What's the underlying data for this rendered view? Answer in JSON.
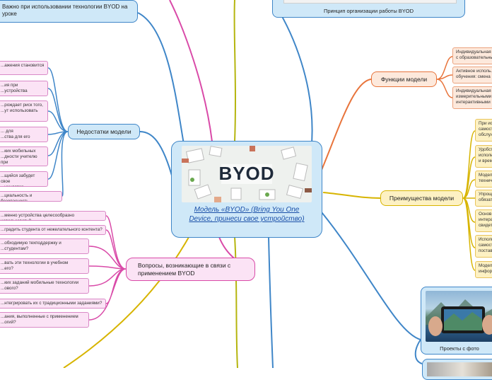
{
  "colors": {
    "center_bg": "#cfe8f8",
    "center_border": "#3f86c8",
    "title": "#1a4fa8",
    "blue": "#3f86c8",
    "pink": "#d94aa8",
    "orange": "#e8743b",
    "yellow": "#d7b400",
    "olive": "#b5b50e"
  },
  "center": {
    "image_text": "BYOD",
    "title": "Модель «BYOD» (Bring You One Device, принеси свое устройство)"
  },
  "top_left": {
    "text": "Важно при использовании технологии BYOD на уроке"
  },
  "top_right": {
    "caption": "Принцип организации работы BYOD"
  },
  "disadvantages": {
    "label": "Недостатки модели",
    "items": [
      "...ажения становится",
      "...ия при\n...устройства",
      "...рождает риск того,\n...ут использовать",
      "... для\n...ства для его",
      "...ких мобильных\n...дности учителю при",
      "...щийся забудет свое\n...умулятор",
      "...циальность и безопасность"
    ]
  },
  "questions": {
    "label": "Вопросы, возникающие в связи с применением BYOD",
    "items": [
      "...менно устройства целесообразно использовать?",
      "...градить студента от нежелательного контента?",
      "...обходимую техподдержку и\n...студентам?",
      "...вать эти технологии в учебном\n...его?",
      "...ких заданий мобильные технологии\n...ового?",
      "...нтегрировать их с традиционными заданиями?",
      "...ания, выполненные с применением\n...огий?"
    ]
  },
  "functions": {
    "label": "Функции модели",
    "items": [
      "Индивидуальная ...\nс образовательны...",
      "Активное исполь...\nобучения: смена ...",
      "Индивидуальная ...\nизмерительными ...\nинтерактивными ..."
    ]
  },
  "advantages": {
    "label": "Преимущества модели",
    "items": [
      "При ис...\nсамост...\nобслуж...",
      "Удобст...\nисполь...\nи врем...",
      "Модел...\nтехнич...",
      "Упрощ...\nобязат...",
      "Основ...\nинтера...\nсвидет...",
      "Исполь...\nсамост...\nпостав...",
      "Модел...\nинфор..."
    ]
  },
  "projects": {
    "caption": "Проекты с фото"
  }
}
